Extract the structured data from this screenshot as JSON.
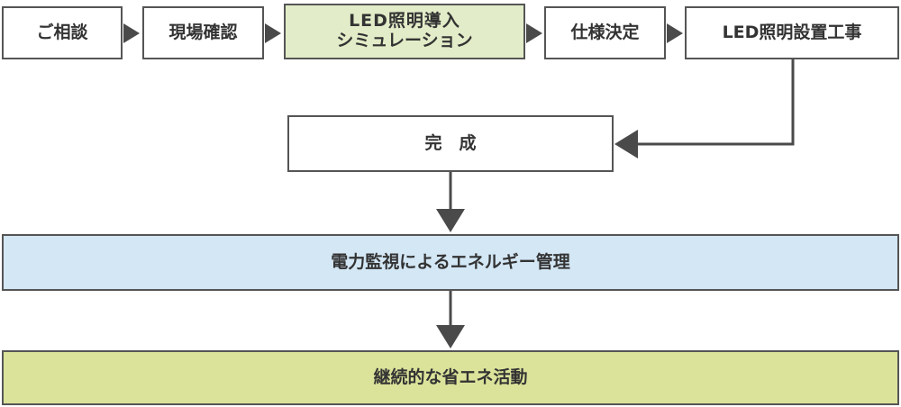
{
  "steps": [
    {
      "label": "ご相談"
    },
    {
      "label": "現場確認"
    },
    {
      "label_line1": "LED照明導入",
      "label_line2": "シミュレーション"
    },
    {
      "label": "仕様決定"
    },
    {
      "label": "LED照明設置工事"
    }
  ],
  "complete": {
    "label": "完　成"
  },
  "energy": {
    "label": "電力監視によるエネルギー管理"
  },
  "activity": {
    "label": "継続的な省エネ活動"
  },
  "colors": {
    "border": "#555555",
    "arrow": "#4a4a4a",
    "simulation_fill": "#e2ecc8",
    "energy_fill": "#d3e7f5",
    "activity_fill": "#dbe39a",
    "text": "#333333"
  }
}
